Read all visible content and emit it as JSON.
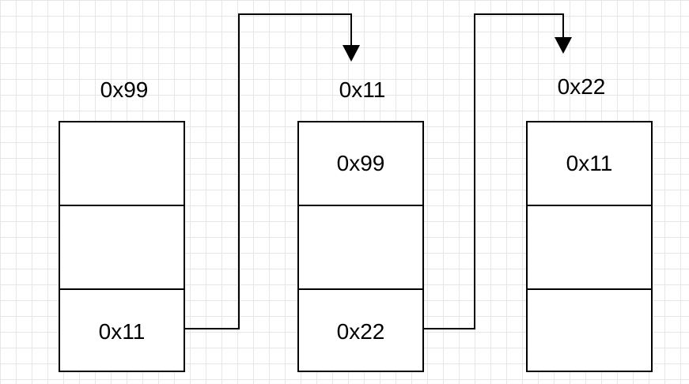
{
  "nodes": [
    {
      "address": "0x99",
      "cells": [
        "",
        "",
        "0x11"
      ]
    },
    {
      "address": "0x11",
      "cells": [
        "0x99",
        "",
        "0x22"
      ]
    },
    {
      "address": "0x22",
      "cells": [
        "0x11",
        "",
        ""
      ]
    }
  ],
  "colors": {
    "stroke": "#000000",
    "grid": "#e6e6e6",
    "background": "#ffffff"
  }
}
